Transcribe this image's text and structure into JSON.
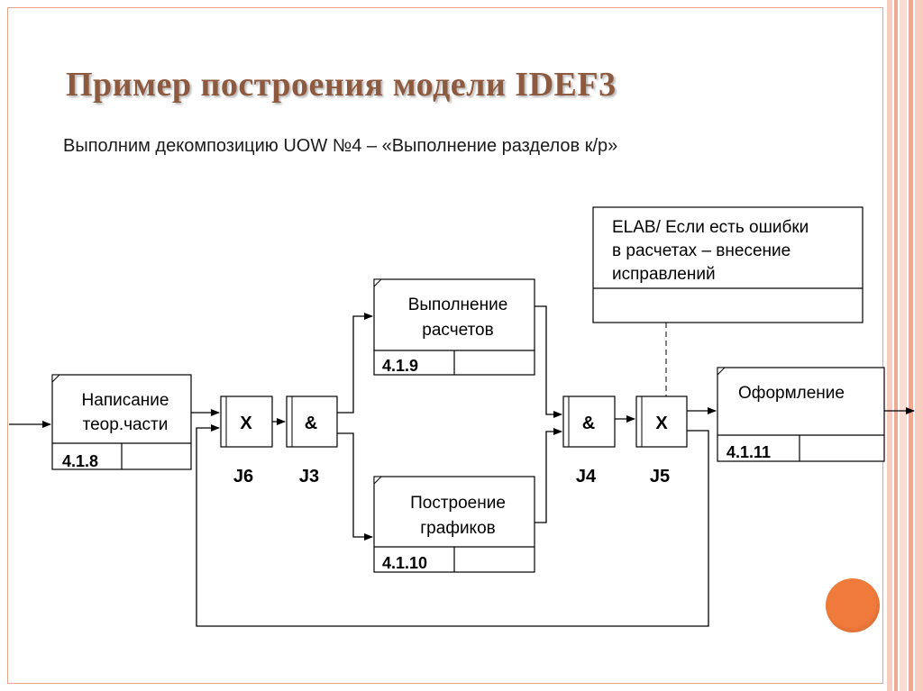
{
  "slide": {
    "title": "Пример построения модели IDEF3",
    "subtitle": "Выполним декомпозицию UOW №4 – «Выполнение разделов к/р»"
  },
  "units": [
    {
      "id": "writing",
      "lines": [
        "Написание",
        "теор.части"
      ],
      "number": "4.1.8"
    },
    {
      "id": "calc",
      "lines": [
        "Выполнение",
        "расчетов"
      ],
      "number": "4.1.9"
    },
    {
      "id": "graphs",
      "lines": [
        "Построение",
        "графиков"
      ],
      "number": "4.1.10"
    },
    {
      "id": "design",
      "lines": [
        "Оформление"
      ],
      "number": "4.1.11"
    }
  ],
  "junctions": [
    {
      "id": "j6",
      "symbol": "X",
      "label": "J6"
    },
    {
      "id": "j3",
      "symbol": "&",
      "label": "J3"
    },
    {
      "id": "j4",
      "symbol": "&",
      "label": "J4"
    },
    {
      "id": "j5",
      "symbol": "X",
      "label": "J5"
    }
  ],
  "note": {
    "lines": [
      "ELAB/ Если есть ошибки",
      "в расчетах – внесение",
      "исправлений"
    ]
  },
  "colors": {
    "title": "#8e5a3f",
    "frame": "#e6a48f",
    "stripes": [
      "#f6cdbf",
      "#efa994",
      "#f9ddd2"
    ],
    "orb": "#f07a3b"
  }
}
